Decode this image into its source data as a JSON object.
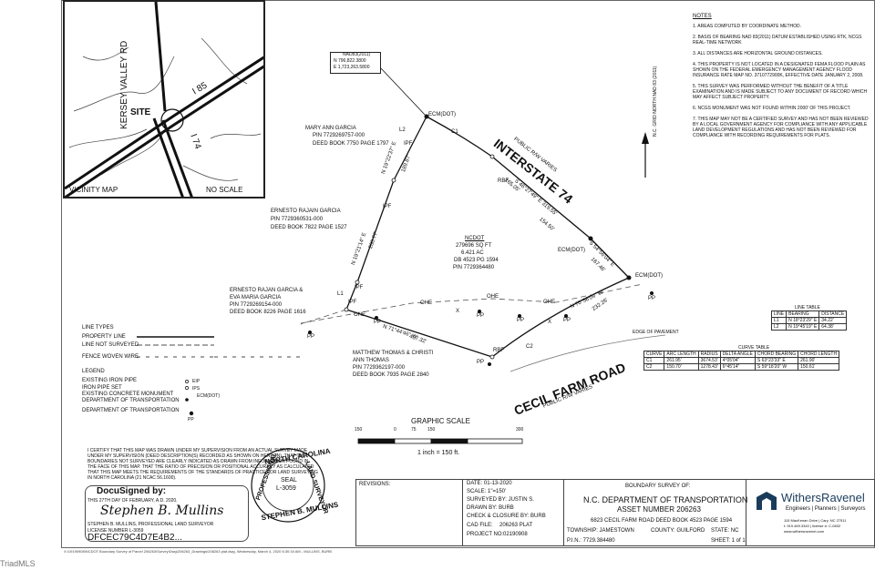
{
  "vicinity": {
    "roads": [
      "KERSEY VALLEY RD",
      "I 85",
      "I 74"
    ],
    "site": "SITE",
    "caption": "VICINITY MAP",
    "scale": "NO SCALE"
  },
  "north_box": {
    "title": "NAD83(2011)",
    "northing": "N 796,822.3800",
    "easting": "E 1,723,263.5800"
  },
  "grid_north": "N.C. GRID NORTH NAD 83 (2011)",
  "notes": {
    "title": "NOTES",
    "items": [
      "1. AREAS COMPUTED BY COORDINATE METHOD.",
      "2. BASIS OF BEARING NAD 83(2011) DATUM ESTABLISHED USING RTK, NCGS REAL-TIME NETWORK",
      "3. ALL DISTANCES ARE HORIZONTAL GROUND DISTANCES.",
      "4. THIS PROPERTY IS NOT LOCATED IN A DESIGNATED FEMA FLOOD PLAIN AS SHOWN ON THE FEDERAL EMERGENCY MANAGEMENT AGENCY FLOOD INSURANCE RATE MAP NO. 3710772900K, EFFECTIVE DATE JANUARY 2, 2008.",
      "5. THIS SURVEY WAS PERFORMED WITHOUT THE BENEFIT OF A TITLE EXAMINATION AND IS MADE SUBJECT TO ANY DOCUMENT OF RECORD WHICH MAY AFFECT SUBJECT PROPERTY.",
      "6. NCGS MONUMENT WAS NOT FOUND WITHIN 2000' OF THIS PROJECT.",
      "7. THIS MAP MAY NOT BE A CERTIFIED SURVEY AND HAS NOT BEEN REVIEWED BY A LOCAL GOVERNMENT AGENCY FOR COMPLIANCE WITH ANY APPLICABLE LAND DEVELOPMENT REGULATIONS AND HAS NOT BEEN REVIEWED FOR COMPLIANCE WITH RECORDING REQUIREMENTS FOR PLATS."
    ]
  },
  "owners": {
    "mary": [
      "MARY ANN GARCIA",
      "PIN 7729269757-000",
      "DEED BOOK 7750 PAGE 1797"
    ],
    "ernesto": [
      "ERNESTO RAJAIN GARCIA",
      "PIN 7729360531-000",
      "DEED BOOK 7822 PAGE 1527"
    ],
    "ernesto_eva": [
      "ERNESTO RAJAN GARCIA &",
      "EVA MARIA GARCIA",
      "PIN 7729269154-000",
      "DEED BOOK 8226 PAGE 1616"
    ],
    "ncdot": [
      "NCDOT",
      "279696 SQ FT",
      "6.421 AC",
      "DB 4523 PG 1594",
      "PIN 7729364480"
    ],
    "matthew": [
      "MATTHEW THOMAS & CHRISTI",
      "ANN THOMAS",
      "PIN 7729362197-000",
      "DEED BOOK 7935 PAGE 2840"
    ]
  },
  "roads": {
    "interstate": "INTERSTATE 74",
    "interstate_row": "PUBLIC R/W VARIES",
    "cecil": "CECIL FARM ROAD",
    "cecil_row": "PUBLIC R/W VARIES",
    "edge": "EDGE OF PAVEMENT"
  },
  "markers": {
    "ecm": "ECM(DOT)",
    "ipf": "IPF",
    "rbf": "RBF",
    "pp": "PP",
    "ohe": "OHE",
    "x": "X"
  },
  "bearings": {
    "b1": "N 19°22'37\" E",
    "b1d": "189.87'",
    "b2": "N 19°21'14\" E",
    "b2d": "260.77'",
    "b3": "S 46°27'49\" E 319.55'",
    "b3a": "165.05'",
    "b3b": "154.50'",
    "b4": "S 54°56'04\" E",
    "b4d": "167.46'",
    "b5": "N 71°44'46\" W",
    "b5d": "457.32'",
    "b6": "N 70°56'09\" W",
    "b6d": "232.26'",
    "l1": "L1",
    "l2": "L2",
    "c1": "C1",
    "c2": "C2"
  },
  "line_types": {
    "title": "LINE TYPES",
    "rows": [
      "PROPERTY LINE",
      "LINE NOT SURVEYED",
      "FENCE WOVEN WIRE"
    ]
  },
  "legend": {
    "title": "LEGEND",
    "rows": [
      {
        "label": "EXISTING IRON PIPE",
        "sym": "EIP"
      },
      {
        "label": "IRON PIPE SET",
        "sym": "IPS"
      },
      {
        "label": "EXISTING CONCRETE MONUMENT",
        "sym": ""
      },
      {
        "label": "DEPARTMENT OF TRANSPORTATION",
        "sym": "ECM(DOT)"
      },
      {
        "label": "DEPARTMENT OF TRANSPORTATION",
        "sym": "PP"
      }
    ]
  },
  "line_table": {
    "title": "LINE TABLE",
    "headers": [
      "LINE",
      "BEARING",
      "DISTANCE"
    ],
    "rows": [
      [
        "L1",
        "N 18°23'29\" E",
        "34.22'"
      ],
      [
        "L2",
        "N 19°45'19\" E",
        "64.38'"
      ]
    ]
  },
  "curve_table": {
    "title": "CURVE TABLE",
    "headers": [
      "CURVE",
      "ARC LENGTH",
      "RADIUS",
      "DELTA ANGLE",
      "CHORD BEARING",
      "CHORD LENGTH"
    ],
    "rows": [
      [
        "C1",
        "261.95'",
        "3674.53'",
        "4°05'04\"",
        "S 63°23'33\" E",
        "261.90'"
      ],
      [
        "C2",
        "150.70'",
        "1278.43'",
        "6°45'14\"",
        "S 59°18'20\" W",
        "150.61'"
      ]
    ]
  },
  "graphic_scale": {
    "title": "GRAPHIC SCALE",
    "ticks": [
      "150",
      "0",
      "75",
      "150",
      "300"
    ],
    "caption": "1 inch = 150 ft."
  },
  "certification": {
    "lines": [
      "I CERTIFY THAT THIS MAP WAS DRAWN UNDER MY SUPERVISION FROM AN ACTUAL SURVEY MADE",
      "UNDER MY SUPERVISION (DEED DESCRIPTION(S) RECORDED AS SHOWN ON HEREON), THAT THE",
      "BOUNDARIES NOT SURVEYED ARE CLEARLY INDICATED AS DRAWN FROM INFORMATION FOUND IN",
      "THE FACE OF THIS MAP. THAT THE RATIO OF PRECISION OR POSITIONAL ACCURACY AS CALCULATED",
      "THAT THIS MAP MEETS THE REQUIREMENTS OF THE STANDARDS OF PRACTICE FOR LAND SURVEYING",
      "IN NORTH CAROLINA (21 NCAC 56.1600)."
    ],
    "docusigned": "DocuSigned by:",
    "date_line": "THIS 27TH DAY OF FEBRUARY, A.D. 2020.",
    "signature": "Stephen B. Mullins",
    "surveyor": "STEPHEN B. MULLINS, PROFESSIONAL LAND SURVEYOR",
    "license": "LICENSE NUMBER L-3059",
    "doc_id": "DFCEC79C4D7E4B2..."
  },
  "seal": {
    "top": "NORTH CAROLINA",
    "left": "PROFESSIONAL",
    "center1": "SEAL",
    "center2": "L-3059",
    "right": "LAND SURVEYOR",
    "bottom": "STEPHEN B. MULLINS"
  },
  "title_block": {
    "revisions": "REVISIONS:",
    "date": "DATE: 01-13-2020",
    "scale": "SCALE: 1\"=150'",
    "surveyed": "SURVEYED BY: JUSTIN S.",
    "drawn": "DRAWN BY: BURB",
    "check": "CHECK & CLOSURE BY: BURB",
    "cad": "CAD FILE:",
    "cad_val": "206263 PLAT",
    "project": "PROJECT NO:",
    "project_val": "02190908",
    "boundary": "BOUNDARY SURVEY OF:",
    "dept": "N.C. DEPARTMENT OF TRANSPORTATION",
    "asset": "ASSET NUMBER 206263",
    "address": "6823 CECIL FARM ROAD DEED BOOK 4523 PAGE 1594",
    "township": "TOWNSHIP: JAMESTOWN",
    "county": "COUNTY: GUILFORD",
    "state": "STATE: NC",
    "pin": "P.I.N.: 7729.384480",
    "sheet": "SHEET: 1 of 1",
    "company": "WithersRavenel",
    "tagline": "Engineers | Planners | Surveyors",
    "company_addr": "115 MacKenan Drive | Cary, NC 27511",
    "company_phone": "t: 919.469.3340 | license #: C-0832",
    "company_web": "www.withersravenel.com"
  },
  "footer": {
    "path": "X:\\19190908\\NCDOT Boundary Survey of Parcel 206263\\Survey\\Dwg\\206263_Drawings\\206263 plat.dwg, Wednesday, March 4, 2020 6:30:34 AM - MULLINS, BURB",
    "watermark": "TriadMLS"
  },
  "colors": {
    "ink": "#111111",
    "paper": "#ffffff",
    "brand": "#1a3c5a"
  }
}
